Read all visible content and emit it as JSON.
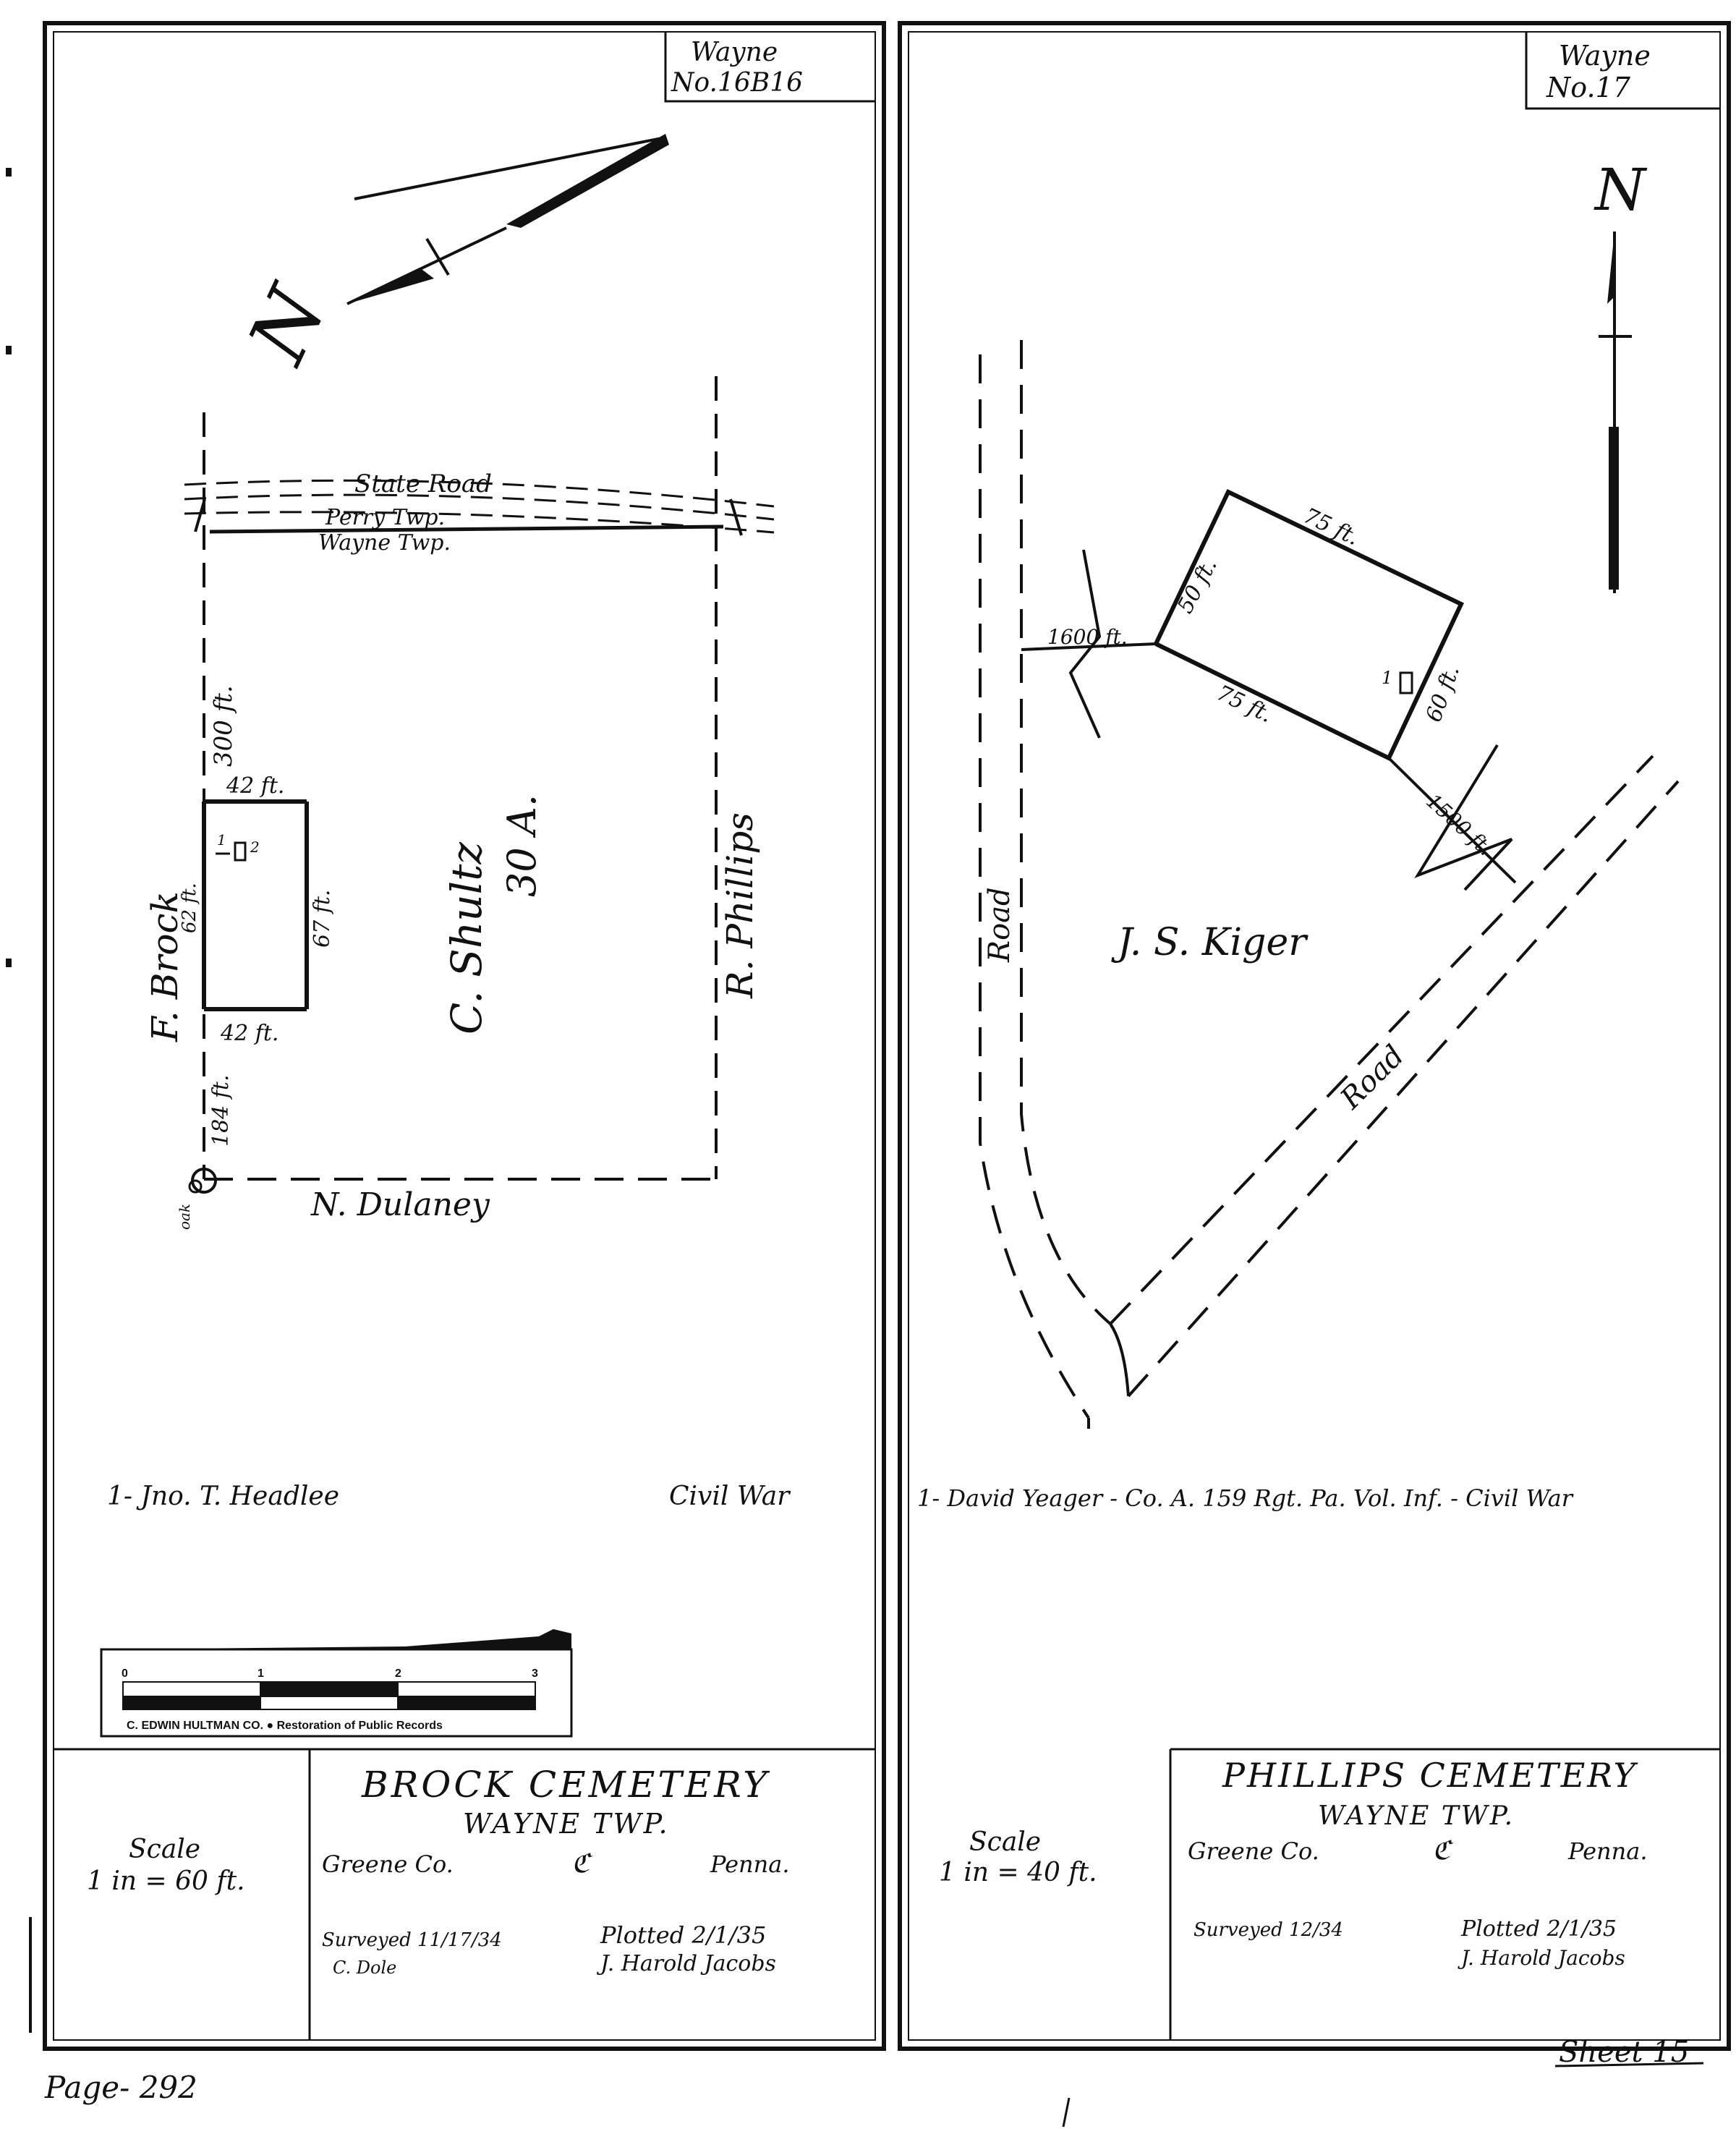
{
  "left_panel": {
    "tag": {
      "line1": "Wayne",
      "line2": "No.16B16"
    },
    "north_label": "N",
    "labels": {
      "state_road": "State Road",
      "perry_twp": "Perry Twp.",
      "wayne_twp": "Wayne Twp.",
      "dist_300": "300 ft.",
      "dist_42_top": "42 ft.",
      "dist_67": "67 ft.",
      "dist_42_bottom": "42 ft.",
      "dist_184": "184 ft.",
      "dist_62": "62 ft.",
      "neighbor_west": "F. Brock",
      "neighbor_center": "C. Shultz",
      "acreage": "30 A.",
      "neighbor_east": "R. Phillips",
      "neighbor_south": "N. Dulaney",
      "oak": "oak",
      "grave_1": "1",
      "grave_2": "2"
    },
    "burial": "1- Jno. T. Headlee",
    "war": "Civil War",
    "scale_bar": {
      "ticks": [
        "0",
        "1",
        "2",
        "3"
      ],
      "caption": "C. EDWIN HULTMAN CO.  ●  Restoration of Public Records"
    },
    "title_block": {
      "scale_line1": "Scale",
      "scale_line2": "1 in = 60 ft.",
      "name": "BROCK CEMETERY",
      "township": "WAYNE TWP.",
      "county": "Greene Co.",
      "state": "Penna.",
      "surveyed": "Surveyed 11/17/34",
      "surveyor": "C. Dole",
      "plotted": "Plotted 2/1/35",
      "plotter": "J. Harold Jacobs"
    }
  },
  "right_panel": {
    "tag": {
      "line1": "Wayne",
      "line2": "No.17"
    },
    "north_label": "N",
    "labels": {
      "dist_50": "50 ft.",
      "dist_75_top": "75 ft.",
      "dist_1600": "1600 ft.",
      "dist_75_bottom": "75 ft.",
      "dist_60": "60 ft.",
      "dist_1500": "1500 ft.",
      "road_left": "Road",
      "road_right": "Road",
      "owner": "J. S. Kiger",
      "grave_1": "1"
    },
    "burial": "1- David Yeager - Co. A. 159 Rgt. Pa. Vol. Inf. - Civil War",
    "title_block": {
      "scale_line1": "Scale",
      "scale_line2": "1 in = 40 ft.",
      "name": "PHILLIPS CEMETERY",
      "township": "WAYNE TWP.",
      "county": "Greene Co.",
      "state": "Penna.",
      "surveyed": "Surveyed 12/34",
      "plotted": "Plotted 2/1/35",
      "plotter": "J. Harold Jacobs"
    }
  },
  "footer": {
    "page": "Page- 292",
    "sheet": "Sheet 15"
  }
}
